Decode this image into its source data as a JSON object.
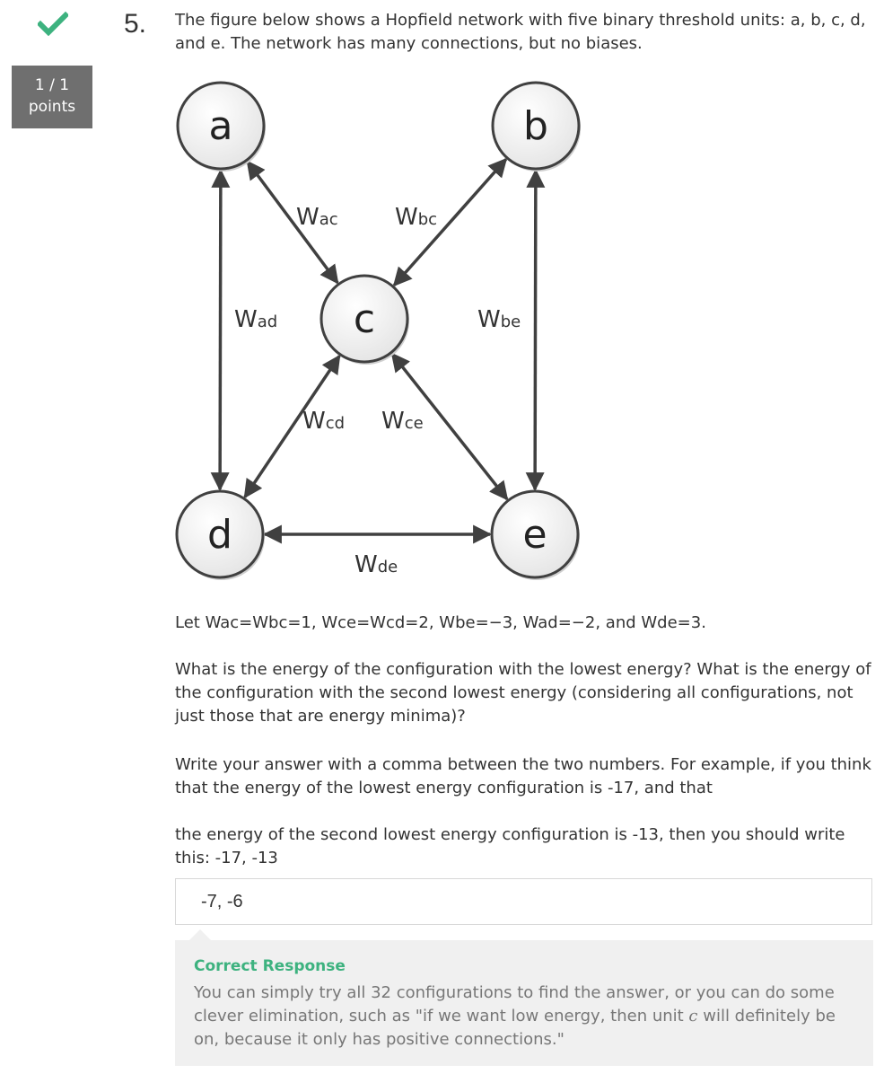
{
  "status": {
    "icon": "checkmark-icon",
    "color": "#3db27f",
    "score": "1 / 1",
    "score_unit": "points"
  },
  "question": {
    "number": "5.",
    "intro": "The figure below shows a Hopfield network with five binary threshold units: a, b, c, d, and e. The network has many connections, but no biases.",
    "figure": {
      "nodes": [
        "a",
        "b",
        "c",
        "d",
        "e"
      ],
      "edges": [
        {
          "from": "a",
          "to": "c",
          "main": "W",
          "sub": "ac"
        },
        {
          "from": "b",
          "to": "c",
          "main": "W",
          "sub": "bc"
        },
        {
          "from": "a",
          "to": "d",
          "main": "W",
          "sub": "ad"
        },
        {
          "from": "b",
          "to": "e",
          "main": "W",
          "sub": "be"
        },
        {
          "from": "c",
          "to": "d",
          "main": "W",
          "sub": "cd"
        },
        {
          "from": "c",
          "to": "e",
          "main": "W",
          "sub": "ce"
        },
        {
          "from": "d",
          "to": "e",
          "main": "W",
          "sub": "de"
        }
      ]
    },
    "weights_text": "Let Wac=Wbc=1, Wce=Wcd=2, Wbe=−3, Wad=−2, and Wde=3.",
    "prompt_text": "What is the energy of the configuration with the lowest energy? What is the energy of the configuration with the second lowest energy (considering all configurations, not just those that are energy minima)?",
    "instructions_1": "Write your answer with a comma between the two numbers. For example, if you think that the energy of the lowest energy configuration is -17, and that",
    "instructions_2": "the energy of the second lowest energy configuration is -13, then you should write this: -17, -13"
  },
  "answer": {
    "value": "-7, -6"
  },
  "feedback": {
    "title": "Correct Response",
    "text_before": "You can simply try all 32 configurations to find the answer, or you can do some clever elimination, such as \"if we want low energy, then unit ",
    "variable": "c",
    "text_after": " will definitely be on, because it only has positive connections.\""
  }
}
